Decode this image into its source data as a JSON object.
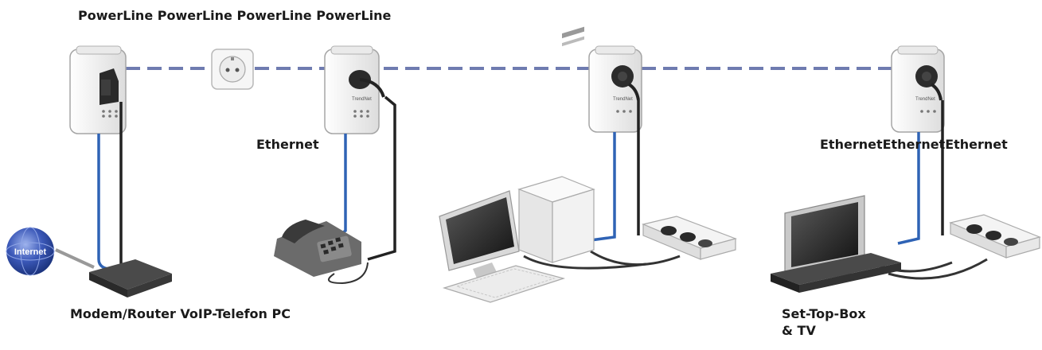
{
  "labels": {
    "powerline": "PowerLine PowerLine PowerLine PowerLine",
    "ethernet_single": "Ethernet",
    "ethernet_triple": "EthernetEthernetEthernet",
    "bottom_devices": "Modem/Router VoIP-Telefon PC",
    "settop_line1": "Set-Top-Box",
    "settop_line2": "& TV",
    "globe_text": "Internet",
    "adapter_brand": "TrendNet"
  },
  "colors": {
    "powerline_link": "#6f7bb0",
    "ethernet_cable": "#2f63b5",
    "power_cable": "#222222",
    "device_body": "#f1f1f1",
    "globe": "#3b58b8"
  }
}
